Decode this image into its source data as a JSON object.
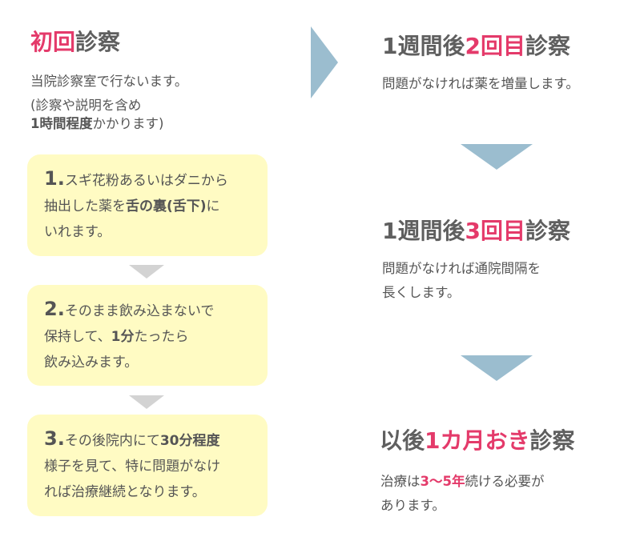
{
  "colors": {
    "accent": "#e43a6a",
    "text": "#555555",
    "heading": "#5f5f5f",
    "box_bg": "#fffbc3",
    "arrow_blue": "#9bbdcf",
    "arrow_gray": "#d3d3d3"
  },
  "first_visit": {
    "title_accent": "初回",
    "title_rest": "診察",
    "desc_line1": "当院診察室で行ないます。",
    "desc_line2": "(診察や説明を含め",
    "desc_line3_bold": "1時間程度",
    "desc_line3_rest": "かかります)"
  },
  "steps": [
    {
      "num": "1.",
      "l1": "スギ花粉あるいはダニから",
      "l2a": "抽出した薬を",
      "l2b_bold": "舌の裏(舌下)",
      "l2c": "に",
      "l3": "いれます。"
    },
    {
      "num": "2.",
      "l1": "そのまま飲み込まないで",
      "l2a": "保持して、",
      "l2b_bold": "1分",
      "l2c": "たったら",
      "l3": "飲み込みます。"
    },
    {
      "num": "3.",
      "l1a": "その後院内にて",
      "l1b_bold": "30分程度",
      "l2": "様子を見て、特に問題がなけ",
      "l3": "れば治療継続となります。"
    }
  ],
  "second_visit": {
    "title_pre": "1週間後",
    "title_accent": "2回目",
    "title_post": "診察",
    "desc": "問題がなければ薬を増量します。"
  },
  "third_visit": {
    "title_pre": "1週間後",
    "title_accent": "3回目",
    "title_post": "診察",
    "desc_line1": "問題がなければ通院間隔を",
    "desc_line2": "長くします。"
  },
  "monthly_visit": {
    "title_pre": "以後",
    "title_accent": "1カ月おき",
    "title_post": "診察",
    "desc_pre": "治療は",
    "desc_accent": "3〜5年",
    "desc_post": "続ける必要が",
    "desc_line2": "あります。"
  },
  "icons": {
    "right_arrow": "arrow-right-icon",
    "down_arrow": "arrow-down-icon"
  }
}
